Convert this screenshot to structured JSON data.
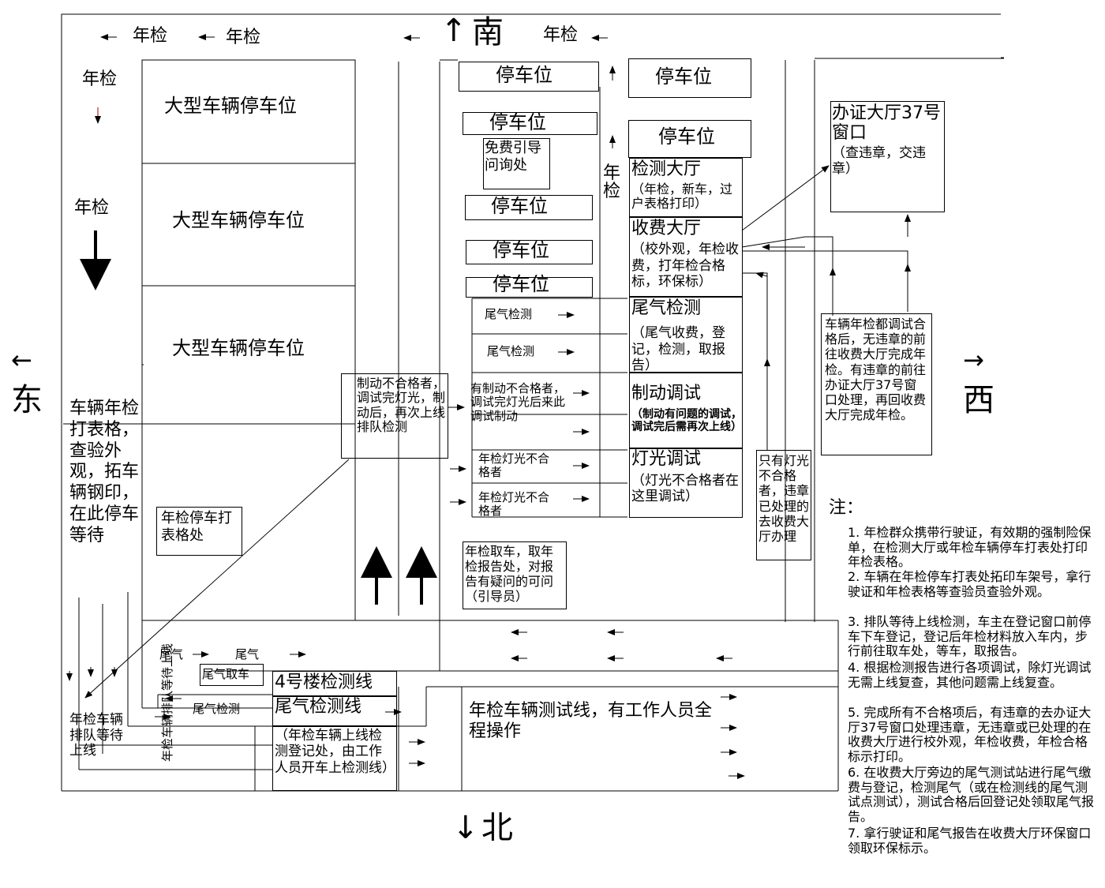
{
  "directions": {
    "south": "南",
    "north": "北",
    "east": "东",
    "west": "西"
  },
  "arrows": {
    "left": "←",
    "right": "→",
    "up": "↑",
    "down": "↓"
  },
  "flow": {
    "nianjian": "年检",
    "weiqi": "尾气",
    "weiqi_jiance": "尾气检测"
  },
  "large_parking": [
    "大型车辆停车位",
    "大型车辆停车位",
    "大型车辆停车位"
  ],
  "parking": "停车位",
  "guide_desk": "免费引导问询处",
  "east_text": "车辆年检打表格，查验外观，拓车辆钢印，在此停车等待",
  "form_print": "年检停车打表格处",
  "brake_fail_box": "制动不合格者，调试完灯光，制动后，再次上线排队检测",
  "brake_come": "有制动不合格者，调试完灯光后来此调试制动",
  "light_fail": "年检灯光不合格者",
  "pickup": "年检取车，取年检报告处，对报告有疑问的可问（引导员）",
  "weiqi_quche": "尾气取车",
  "queue_label": "年检车辆排队等待上线",
  "queue_vertical": "年检车辆排队等待上线",
  "building4": "4号楼检测线",
  "weiqi_line": "尾气检测线",
  "register": "（年检车辆上线检测登记处，由工作人员开车上检测线）",
  "test_line": "年检车辆测试线，有工作人员全程操作",
  "halls": {
    "jiance_title": "检测大厅",
    "jiance_desc": "（年检，新车，过户表格打印）",
    "shoufei_title": "收费大厅",
    "shoufei_desc": "（校外观，年检收费，打年检合格标，环保标）",
    "weiqi_title": "尾气检测",
    "weiqi_desc": "（尾气收费，登记，检测，取报告）",
    "zhidong_title": "制动调试",
    "zhidong_desc": "（制动有问题的调试，调试完后需再次上线）",
    "dengguang_title": "灯光调试",
    "dengguang_desc": "（灯光不合格者在这里调试）"
  },
  "window37_title": "办证大厅37号窗口",
  "window37_desc": "（查违章，交违章）",
  "light_only": "只有灯光不合格者，违章已处理的去收费大厅办理",
  "west_info": "车辆年检都调试合格后，无违章的前往收费大厅完成年检。有违章的前往办证大厅37号窗口处理，再回收费大厅完成年检。",
  "notes_title": "注：",
  "notes": [
    "1. 年检群众携带行驶证，有效期的强制险保单，在检测大厅或年检车辆停车打表处打印年检表格。",
    "2. 车辆在年检停车打表处拓印车架号，拿行驶证和年检表格等查验员查验外观。",
    "3. 排队等待上线检测，车主在登记窗口前停车下车登记，登记后年检材料放入车内，步行前往取车处，等车，取报告。",
    "4. 根据检测报告进行各项调试，除灯光调试无需上线复查，其他问题需上线复查。",
    "5. 完成所有不合格项后，有违章的去办证大厅37号窗口处理违章，无违章或已处理的在收费大厅进行校外观，年检收费，年检合格标示打印。",
    "6. 在收费大厅旁边的尾气测试站进行尾气缴费与登记，检测尾气（或在检测线的尾气测试点测试），测试合格后回登记处领取尾气报告。",
    "7. 拿行驶证和尾气报告在收费大厅环保窗口领取环保标示。"
  ]
}
